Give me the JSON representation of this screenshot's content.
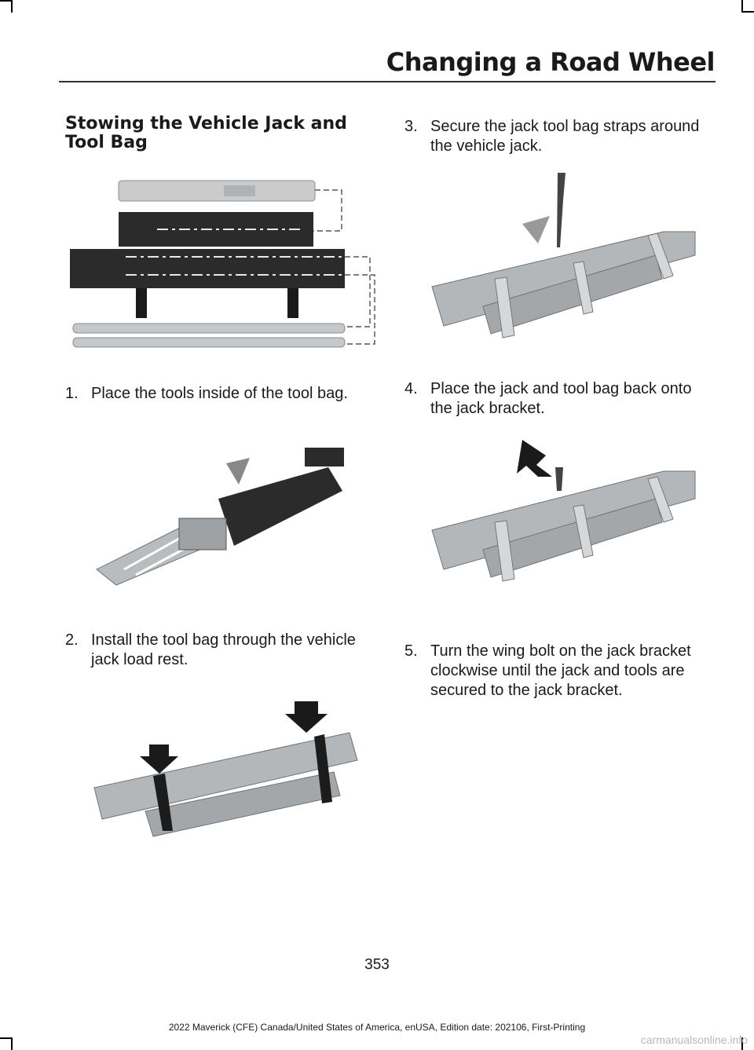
{
  "header": {
    "title": "Changing a Road Wheel"
  },
  "section": {
    "heading": "Stowing the Vehicle Jack and Tool Bag"
  },
  "steps": [
    {
      "number": "1.",
      "line1": "Place the tools inside of the tool bag.",
      "line2": "",
      "line3": ""
    },
    {
      "number": "2.",
      "line1": "Install the tool bag through the vehicle",
      "line2": "jack load rest.",
      "line3": ""
    },
    {
      "number": "3.",
      "line1": "Secure the jack tool bag straps around",
      "line2": "the vehicle jack.",
      "line3": ""
    },
    {
      "number": "4.",
      "line1": "Place the jack and tool bag back onto",
      "line2": "the jack bracket.",
      "line3": ""
    },
    {
      "number": "5.",
      "line1": "Turn the wing bolt on the jack bracket",
      "line2": "clockwise until the jack and tools are",
      "line3": "secured to the jack bracket."
    }
  ],
  "page_number": "353",
  "footer": "2022 Maverick (CFE) Canada/United States of America, enUSA, Edition date: 202106, First-Printing",
  "watermark": "carmanualsonline.info",
  "colors": {
    "metal": "#c5c8ca",
    "bag": "#2b2b2b",
    "jack": "#a3a7a9",
    "strap": "#1c1c1c"
  }
}
